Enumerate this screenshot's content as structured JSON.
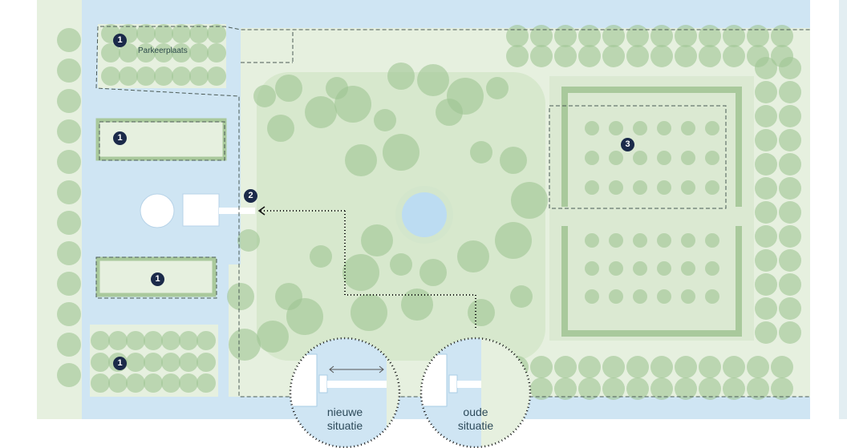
{
  "labels": {
    "parking": "Parkeerplaats",
    "new_situation": "nieuwe situatie",
    "old_situation": "oude situatie"
  },
  "badges": [
    "1",
    "1",
    "2",
    "1",
    "1",
    "3"
  ],
  "colors": {
    "water": "#cfe5f3",
    "land": "#e6f0df",
    "tree": "#9fc493",
    "hedge": "#a9c99c",
    "badge": "#1b2a4a"
  }
}
